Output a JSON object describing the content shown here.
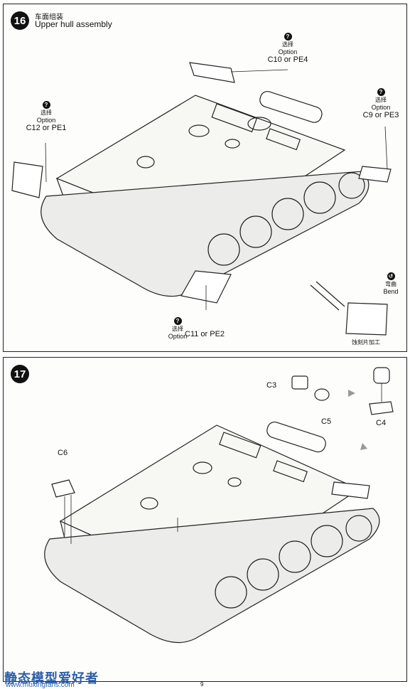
{
  "step16": {
    "number": "16",
    "title_cn": "车面组装",
    "title_en": "Upper hull assembly",
    "options": [
      {
        "cn": "选择",
        "en": "Option",
        "part": "C12 or PE1"
      },
      {
        "cn": "选择",
        "en": "Option",
        "part": "C10 or PE4"
      },
      {
        "cn": "选择",
        "en": "Option",
        "part": "C9 or PE3"
      },
      {
        "cn": "选择",
        "en": "Option",
        "part": "C11 or PE2"
      }
    ],
    "bend": {
      "cn": "弯曲",
      "en": "Bend",
      "note_cn": "蚀刻片加工"
    }
  },
  "step17": {
    "number": "17",
    "parts": [
      "C3",
      "C5",
      "C4",
      "C6"
    ]
  },
  "footer": {
    "watermark": "静态模型爱好者",
    "url": "www.moxingfans.com",
    "page": "9"
  },
  "colors": {
    "line": "#222222",
    "ink": "#111111",
    "watermark": "#2b5fa8"
  }
}
